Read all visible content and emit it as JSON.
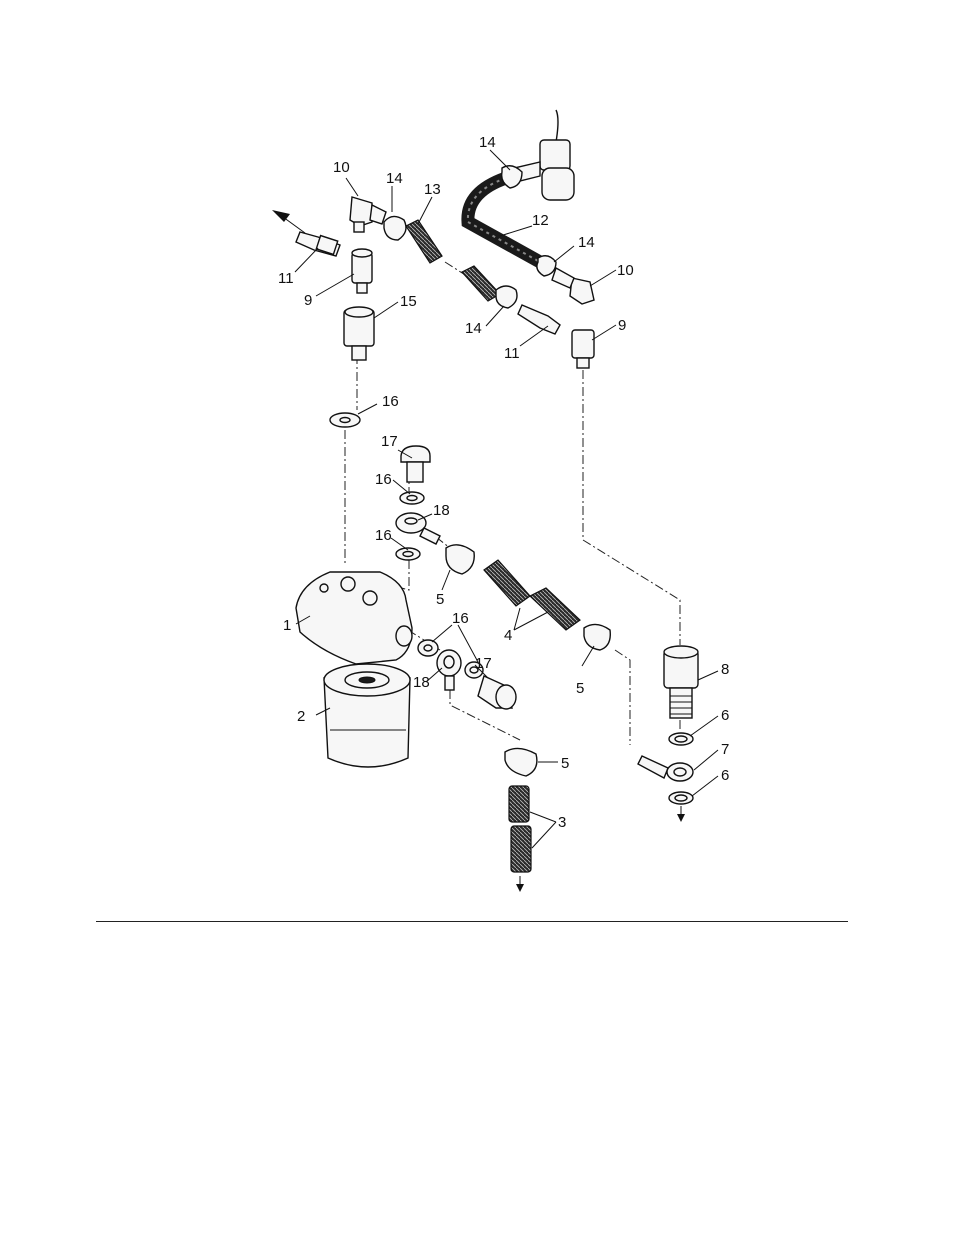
{
  "labels": {
    "l1": "1",
    "l2": "2",
    "l3": "3",
    "l4": "4",
    "l5a": "5",
    "l5b": "5",
    "l5c": "5",
    "l6a": "6",
    "l6b": "6",
    "l7": "7",
    "l8": "8",
    "l9a": "9",
    "l9b": "9",
    "l10a": "10",
    "l10b": "10",
    "l11a": "11",
    "l11b": "11",
    "l12": "12",
    "l13": "13",
    "l14a": "14",
    "l14b": "14",
    "l14c": "14",
    "l14d": "14",
    "l15": "15",
    "l16a": "16",
    "l16b": "16",
    "l16c": "16",
    "l16d": "16",
    "l17a": "17",
    "l17b": "17",
    "l18a": "18",
    "l18b": "18"
  },
  "colors": {
    "ink": "#111111",
    "paper": "#ffffff"
  }
}
